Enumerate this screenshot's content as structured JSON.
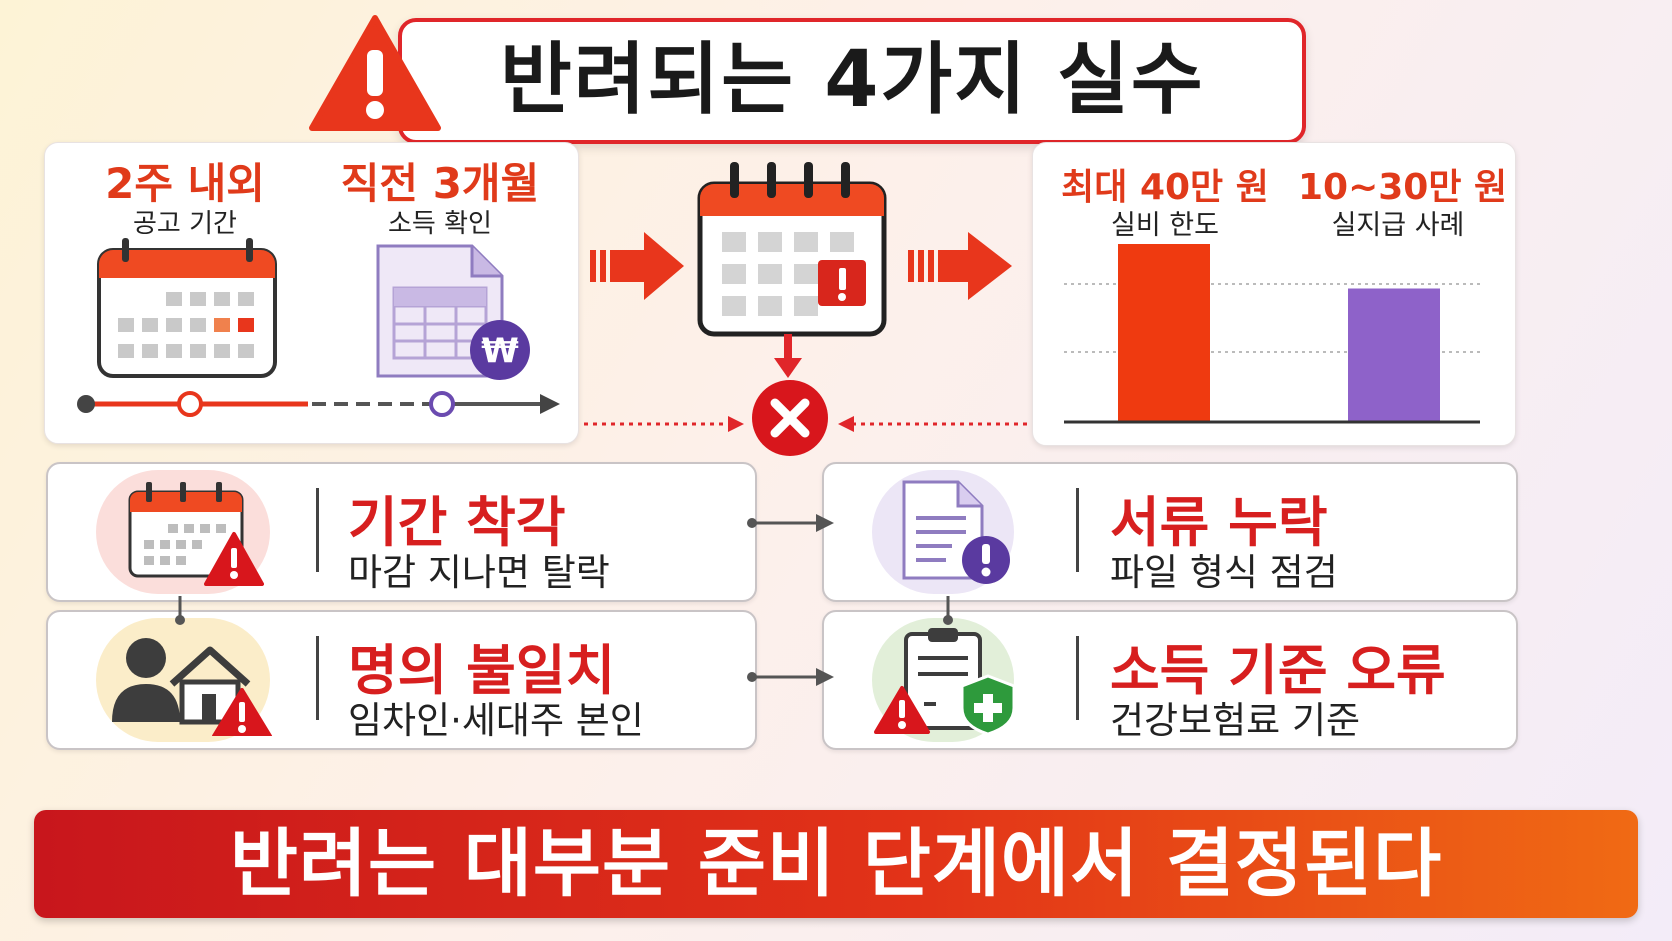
{
  "title": "반려되는 4가지 실수",
  "timeline_panel": {
    "left_label": {
      "main": "2주 내외",
      "sub": "공고 기간"
    },
    "right_label": {
      "main": "직전 3개월",
      "sub": "소득 확인"
    }
  },
  "amount_panel": {
    "left_label": {
      "main": "최대 40만 원",
      "sub": "실비 한도"
    },
    "right_label": {
      "main": "10~30만 원",
      "sub": "실지급 사례"
    }
  },
  "chart_data": {
    "type": "bar",
    "categories": [
      "실비 한도",
      "실지급 사례"
    ],
    "values": [
      40,
      30
    ],
    "colors": [
      "#ef3a10",
      "#8e62c9"
    ],
    "grid": true
  },
  "mistakes": [
    {
      "title": "기간 착각",
      "sub": "마감 지나면 탈락",
      "icon": "calendar-warning-icon"
    },
    {
      "title": "서류 누락",
      "sub": "파일 형식 점검",
      "icon": "document-warning-icon"
    },
    {
      "title": "명의 불일치",
      "sub": "임차인·세대주 본인",
      "icon": "person-house-warning-icon"
    },
    {
      "title": "소득 기준 오류",
      "sub": "건강보험료 기준",
      "icon": "clipboard-shield-warning-icon"
    }
  ],
  "banner": "반려는 대부분 준비 단계에서 결정된다",
  "won_symbol": "₩",
  "colors": {
    "accent_red": "#e03a1a",
    "title_red": "#d71f1f",
    "purple": "#6b4bb0",
    "bar_red": "#ef3a10",
    "bar_purple": "#8e62c9"
  }
}
